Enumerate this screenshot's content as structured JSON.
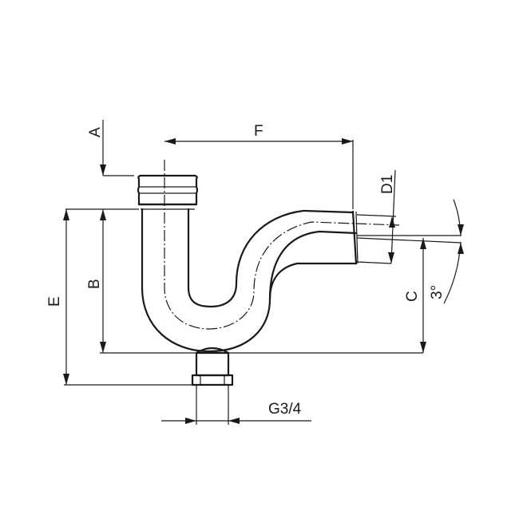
{
  "drawing": {
    "subject": "P-trap siphon with G3/4 drain connection",
    "line_color": "#1a1a1a",
    "background": "#ffffff"
  },
  "dimensions": {
    "A": {
      "label": "A",
      "description": "socket height"
    },
    "B": {
      "label": "B",
      "description": "inlet to drain base"
    },
    "C": {
      "label": "C",
      "description": "outlet height"
    },
    "D1": {
      "label": "D1",
      "description": "outlet diameter"
    },
    "E": {
      "label": "E",
      "description": "overall height to drain thread"
    },
    "F": {
      "label": "F",
      "description": "inlet to outlet horizontal distance"
    },
    "angle": {
      "label": "3°",
      "description": "outlet slope"
    },
    "thread": {
      "label": "G3/4",
      "description": "drain thread size"
    }
  }
}
